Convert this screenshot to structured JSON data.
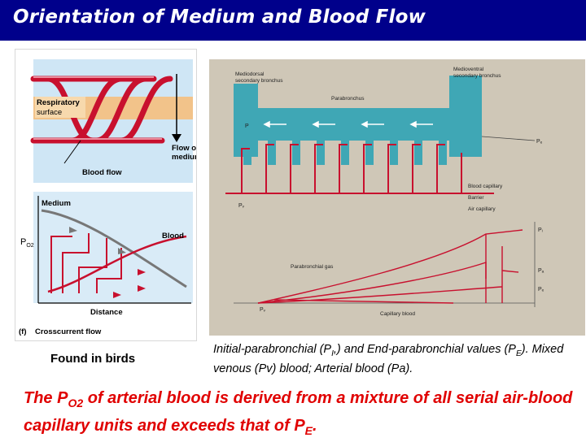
{
  "title": "Orientation of Medium and Blood Flow",
  "left_figure": {
    "top_labels": {
      "respiratory": "Respiratory",
      "surface": "surface",
      "flow_of": "Flow of",
      "medium": "medium",
      "blood_flow": "Blood flow"
    },
    "bottom_labels": {
      "medium": "Medium",
      "blood": "Blood",
      "y_axis_p": "P",
      "y_axis_sub": "O2",
      "x_axis": "Distance"
    },
    "caption_letter": "(f)",
    "caption_text": "Crosscurrent flow"
  },
  "right_figure": {
    "labels": {
      "ventral_left_1": "Mediodorsal",
      "ventral_left_2": "secondary bronchus",
      "ventral_right_1": "Medioventral",
      "ventral_right_2": "secondary bronchus",
      "parabronchus": "Parabronchus",
      "pi_top": "P",
      "pe_right": "Pₑ",
      "blood_capillary": "Blood capillary",
      "barrier": "Barrier",
      "air_capillary": "Air capillary",
      "pv_left": "Pᵥ",
      "parabronchial_gas": "Parabronchial gas",
      "capillary_blood": "Capillary blood",
      "pi_right": "Pᵢ",
      "pa_right": "Pₐ",
      "pe_right2": "Pₑ",
      "pv_bottom": "Pᵥ"
    }
  },
  "found_in_birds": "Found in birds",
  "caption": {
    "part1": "Initial-parabronchial (P",
    "sub1": "I",
    "part2": ",) and End-parabronchial values (P",
    "sub2": "E",
    "part3": "). Mixed venous (Pv) blood; Arterial blood (Pa)."
  },
  "conclusion": {
    "part1": "The P",
    "sub1": "O2",
    "part2": " of arterial blood is derived from a mixture of all serial air-blood capillary units and exceeds that of P",
    "sub2": "E",
    "part3": "."
  },
  "colors": {
    "title_bar": "#00008b",
    "red_vessel": "#c8102e",
    "airway": "#3fa7b5",
    "conclusion_text": "#e00000"
  }
}
